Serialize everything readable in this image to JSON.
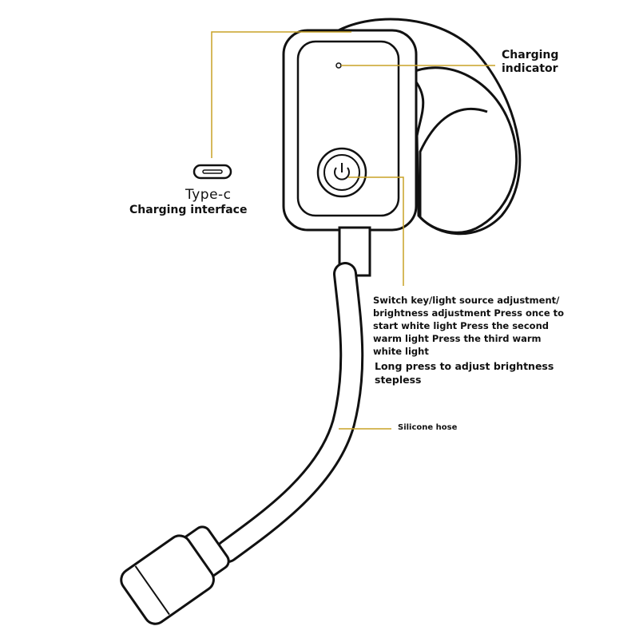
{
  "labels": {
    "charging_indicator_line1": "Charging",
    "charging_indicator_line2": "indicator",
    "typec": "Type-c",
    "charging_interface": "Charging interface",
    "switch_key": "Switch key/light source adjustment/ brightness adjustment Press once to start white light Press the second warm light Press the third warm white light",
    "long_press": "Long press to adjust brightness stepless",
    "silicone_hose": "Silicone hose"
  },
  "colors": {
    "leader_line": "#c9a227",
    "outline": "#111111",
    "background": "#ffffff"
  },
  "icons": [
    "usb-c-port-icon",
    "power-icon"
  ]
}
